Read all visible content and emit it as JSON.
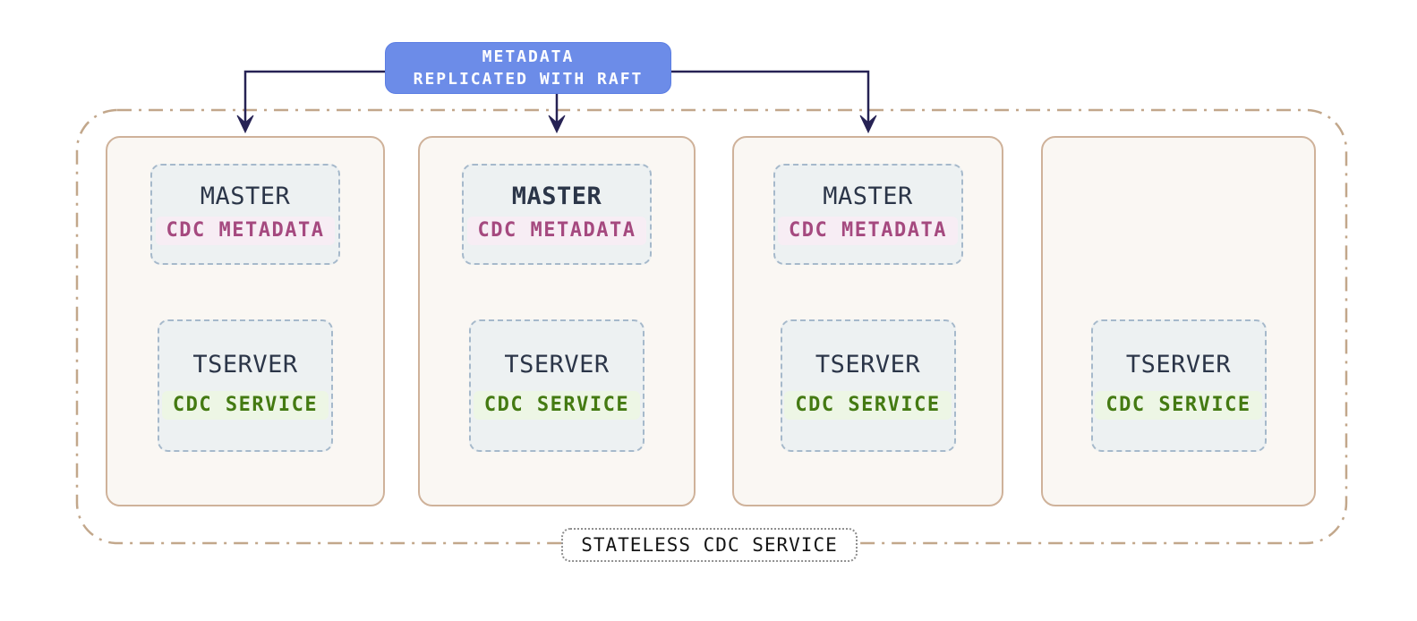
{
  "title_box": {
    "line1": "METADATA",
    "line2": "REPLICATED WITH RAFT"
  },
  "container_label": "STATELESS CDC SERVICE",
  "nodes": [
    {
      "master_label": "MASTER",
      "master_badge": "CDC METADATA",
      "tserver_label": "TSERVER",
      "tserver_badge": "CDC SERVICE"
    },
    {
      "master_label": "MASTER",
      "master_badge": "CDC METADATA",
      "tserver_label": "TSERVER",
      "tserver_badge": "CDC SERVICE"
    },
    {
      "master_label": "MASTER",
      "master_badge": "CDC METADATA",
      "tserver_label": "TSERVER",
      "tserver_badge": "CDC SERVICE"
    },
    {
      "tserver_label": "TSERVER",
      "tserver_badge": "CDC SERVICE"
    }
  ],
  "colors": {
    "title_bg": "#6c8ce8",
    "title_border": "#5c7ee3",
    "arrow": "#262254",
    "outer_border": "#c2a78b",
    "node_border": "#cfb29a",
    "node_bg": "#faf7f3",
    "inner_border": "#a6b9cb",
    "inner_bg": "#edf1f2",
    "label_text": "#2b3548",
    "metadata_text": "#a5497f",
    "metadata_bg": "#f7edf4",
    "service_text": "#447a12",
    "service_bg": "#edf6e5",
    "stateless_border": "#8f8f8f"
  }
}
